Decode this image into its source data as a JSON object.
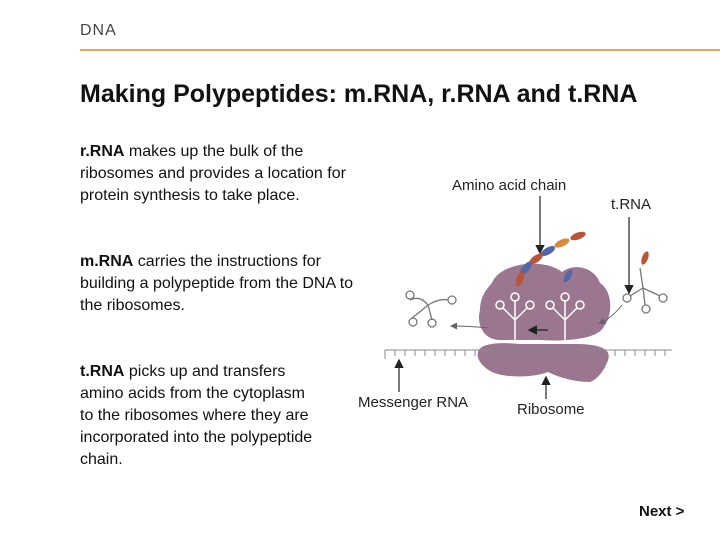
{
  "header": {
    "text": "DNA"
  },
  "title": "Making Polypeptides: m.RNA, r.RNA and t.RNA",
  "paragraphs": {
    "rrna": {
      "term": "r.RNA",
      "text": " makes up the bulk of the ribosomes and provides a location for protein synthesis to take place."
    },
    "mrna": {
      "term": "m.RNA",
      "text": " carries the instructions for building a polypeptide from the DNA to the ribosomes."
    },
    "trna": {
      "term": "t.RNA",
      "text": " picks up and transfers amino acids from the cytoplasm to the ribosomes where they are incorporated into the polypeptide chain."
    }
  },
  "diagram": {
    "labels": {
      "amino_acid_chain": "Amino acid chain",
      "trna": "t.RNA",
      "messenger_rna": "Messenger RNA",
      "ribosome": "Ribosome"
    },
    "colors": {
      "ribosome": "#9b7690",
      "accent": "#f0a35e",
      "amino_red": "#b8553a",
      "amino_blue": "#5566a8",
      "amino_orange": "#d98a3c"
    }
  },
  "nav": {
    "next_label": "Next >"
  }
}
